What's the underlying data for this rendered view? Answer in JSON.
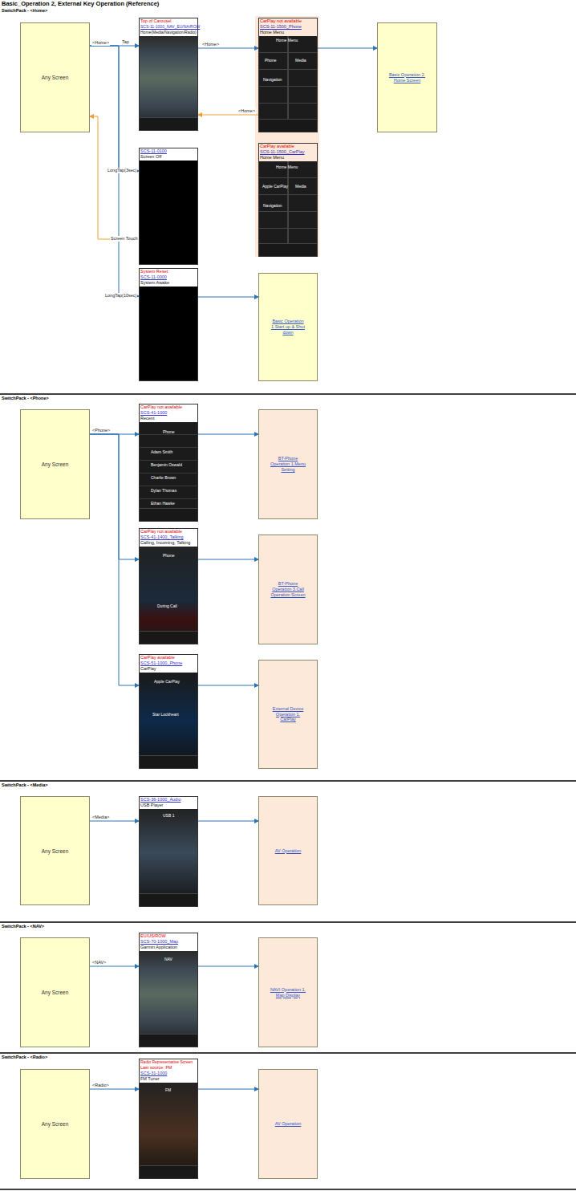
{
  "diagram": {
    "title": "Basic_Operation 2, External Key Operation (Reference)",
    "nodes": [
      {
        "text": [
          "Any Screen"
        ]
      },
      {
        "text": [
          "Top of Carousel",
          "SCS-11-1000_NAV_EU/NA/ROW",
          "Home(Media/Navigation/Radio)"
        ]
      },
      {
        "text": [
          "CarPlay not available",
          "SCS-11-1500_Phone",
          "Home Menu"
        ]
      },
      {
        "text": [
          "Basic Operation 2. Home Screen"
        ]
      },
      {
        "text": [
          "SCS-11-0100",
          "Screen Off"
        ]
      },
      {
        "text": [
          "CarPlay available",
          "SCS-11-1500_CarPlay",
          "Home Menu"
        ]
      },
      {
        "text": [
          "System Reset",
          "SCS-11-0000",
          "System Awake"
        ]
      },
      {
        "text": [
          "Basic Operation 1.Start up & Shut down"
        ]
      },
      {
        "text": [
          "Any Screen"
        ]
      },
      {
        "text": [
          "CarPlay not available",
          "SCS-41-1000",
          "Recent"
        ]
      },
      {
        "text": [
          "BT-Phone Operation 1.Menu Setting"
        ]
      },
      {
        "text": [
          "CarPlay not available",
          "SCS-41-1400_Talking",
          "Calling, Incoming, Talking"
        ]
      },
      {
        "text": [
          "BT-Phone Operation 3.Call Operation Screen"
        ]
      },
      {
        "text": [
          "CarPlay available",
          "SCS-51-1000_Phone",
          "CarPlay"
        ]
      },
      {
        "text": [
          "External Device Operation 1. CarPlay"
        ]
      },
      {
        "text": [
          "Any Screen"
        ]
      },
      {
        "text": [
          "SCS-36-1000_Audio",
          "USB Player"
        ]
      },
      {
        "text": [
          "AV Operation"
        ]
      },
      {
        "text": [
          "Any Screen"
        ]
      },
      {
        "text": [
          "EU/US/ROW",
          "SCS-70-1000_Map",
          "Garmin Application"
        ]
      },
      {
        "text": [
          "NAVI Operation 1. Map Display"
        ]
      },
      {
        "text": [
          "Any Screen"
        ]
      },
      {
        "text": [
          "Radio Representative Screen",
          "Last source: FM",
          "SCS-31-1000",
          "FM Tuner"
        ]
      },
      {
        "text": [
          "AV Operation"
        ]
      }
    ],
    "edges": [
      {
        "from": 0,
        "to": 1,
        "arrow": "to",
        "label": "Tap"
      },
      {
        "from": 0,
        "to": 4,
        "arrow": "to",
        "label": "LongTap(3sec)"
      },
      {
        "from": 0,
        "to": 6,
        "arrow": "to",
        "label": "LongTap(10sec)"
      },
      {
        "from": 1,
        "to": 2,
        "arrow": "to",
        "label": "<Home>"
      },
      {
        "from": 2,
        "to": 3,
        "arrow": "to"
      },
      {
        "from": 2,
        "to": 1,
        "arrow": "to",
        "label": "<Home>"
      },
      {
        "from": 4,
        "to": 0,
        "arrow": "to",
        "label": "Screen Touch"
      },
      {
        "from": 6,
        "to": 7,
        "arrow": "to"
      },
      {
        "from": 8,
        "to": 9,
        "arrow": "to",
        "label": "<Phone>"
      },
      {
        "from": 8,
        "to": 11,
        "arrow": "to"
      },
      {
        "from": 8,
        "to": 13,
        "arrow": "to"
      },
      {
        "from": 9,
        "to": 10,
        "arrow": "to"
      },
      {
        "from": 11,
        "to": 12,
        "arrow": "to"
      },
      {
        "from": 13,
        "to": 14,
        "arrow": "to"
      },
      {
        "from": 15,
        "to": 16,
        "arrow": "to",
        "label": "<Media>"
      },
      {
        "from": 16,
        "to": 17,
        "arrow": "to"
      },
      {
        "from": 18,
        "to": 19,
        "arrow": "to",
        "label": "<NAV>"
      },
      {
        "from": 19,
        "to": 20,
        "arrow": "to"
      },
      {
        "from": 21,
        "to": 22,
        "arrow": "to",
        "label": "<Radio>"
      },
      {
        "from": 22,
        "to": 23,
        "arrow": "to"
      }
    ],
    "labels": [
      "SwitchPack - <Home>",
      "<Home>",
      "SwitchPack - <Phone>",
      "SwitchPack - <Media>",
      "SwitchPack - <NAV>",
      "SwitchPack - <Radio>",
      "Home Menu",
      "Phone",
      "Media",
      "Navigation",
      "Home Menu",
      "Apple CarPlay",
      "Media",
      "Navigation",
      "Phone",
      "Adam Smith",
      "Benjamin Oswald",
      "Charlie Brown",
      "Dylan Thomas",
      "Ethan Hawke",
      "Phone",
      "During Call",
      "Apple CarPlay",
      "Star Lockheart",
      "USB 1",
      "NAV",
      "FM"
    ]
  }
}
